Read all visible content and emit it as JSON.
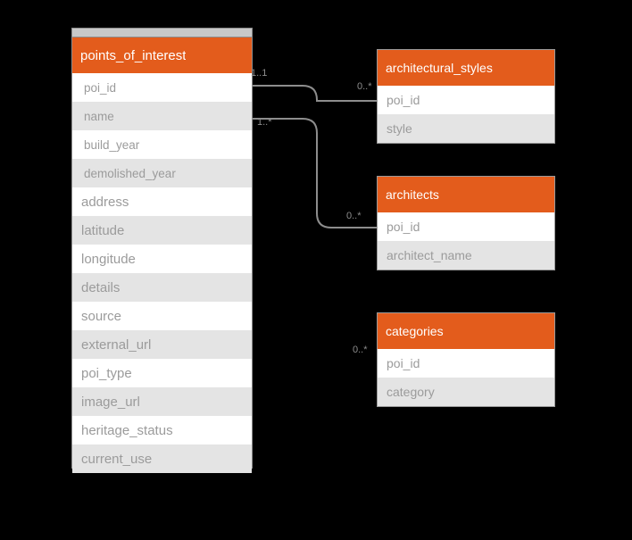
{
  "diagram": {
    "type": "entity-relationship-diagram",
    "background_color": "#000000",
    "header_color": "#e35c1c",
    "row_alt_color": "#e4e4e4",
    "text_color": "#9b9b9b",
    "connector_color": "#8d8d8d"
  },
  "entities": {
    "points_of_interest": {
      "name": "points_of_interest",
      "selected": true,
      "attributes": [
        "poi_id",
        "name",
        "build_year",
        "demolished_year",
        "address",
        "latitude",
        "longitude",
        "details",
        "source",
        "external_url",
        "poi_type",
        "image_url",
        "heritage_status",
        "current_use"
      ]
    },
    "architectural_styles": {
      "name": "architectural_styles",
      "selected": false,
      "attributes": [
        "poi_id",
        "style"
      ]
    },
    "architects": {
      "name": "architects",
      "selected": false,
      "attributes": [
        "poi_id",
        "architect_name"
      ]
    },
    "categories": {
      "name": "categories",
      "selected": false,
      "attributes": [
        "poi_id",
        "category"
      ]
    }
  },
  "relationships": [
    {
      "from": "points_of_interest",
      "to": "architectural_styles",
      "source_cardinality": "1..1",
      "target_cardinality": "0..*"
    },
    {
      "from": "points_of_interest",
      "to": "architects",
      "source_cardinality": "1..*",
      "target_cardinality": "0..*"
    },
    {
      "from": "points_of_interest",
      "to": "categories",
      "source_cardinality": "",
      "target_cardinality": "0..*"
    }
  ]
}
